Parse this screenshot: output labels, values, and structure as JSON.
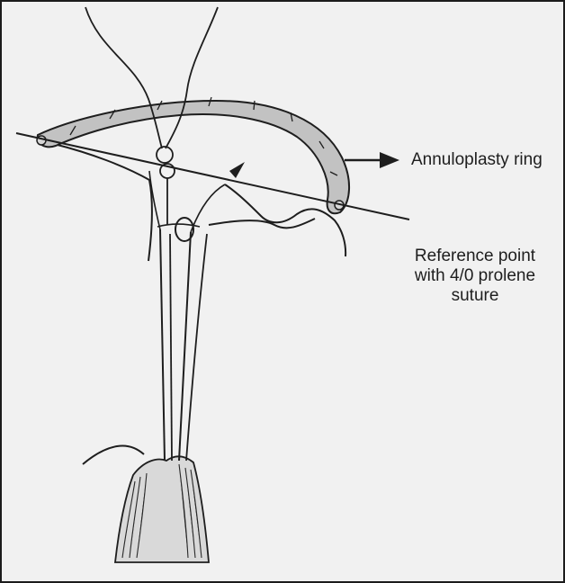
{
  "labels": {
    "annuloplasty_ring": "Annuloplasty ring",
    "reference_point": {
      "line1": "Reference point",
      "line2": "with 4/0 prolene",
      "line3": "suture"
    }
  },
  "colors": {
    "background": "#f1f1f1",
    "ink": "#1e1e1e",
    "ring_fill": "#bdbdbd"
  }
}
